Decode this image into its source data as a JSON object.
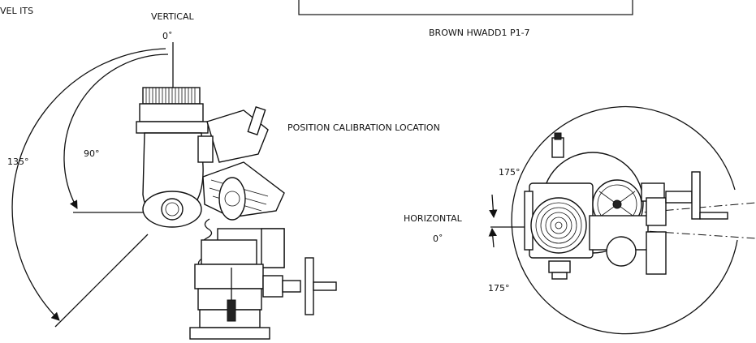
{
  "labels": {
    "top_left_fragment": "VEL ITS",
    "vertical": "VERTICAL",
    "vertical_zero": "0˚",
    "ref_box_caption": "BROWN HWADD1 P1-7",
    "calibration": "POSITION CALIBRATION LOCATION",
    "angle_90": "90°",
    "angle_135": "135°",
    "horizontal": "HORIZONTAL",
    "horizontal_zero": "0˚",
    "angle_175_top": "175°",
    "angle_175_bottom": "175°"
  }
}
